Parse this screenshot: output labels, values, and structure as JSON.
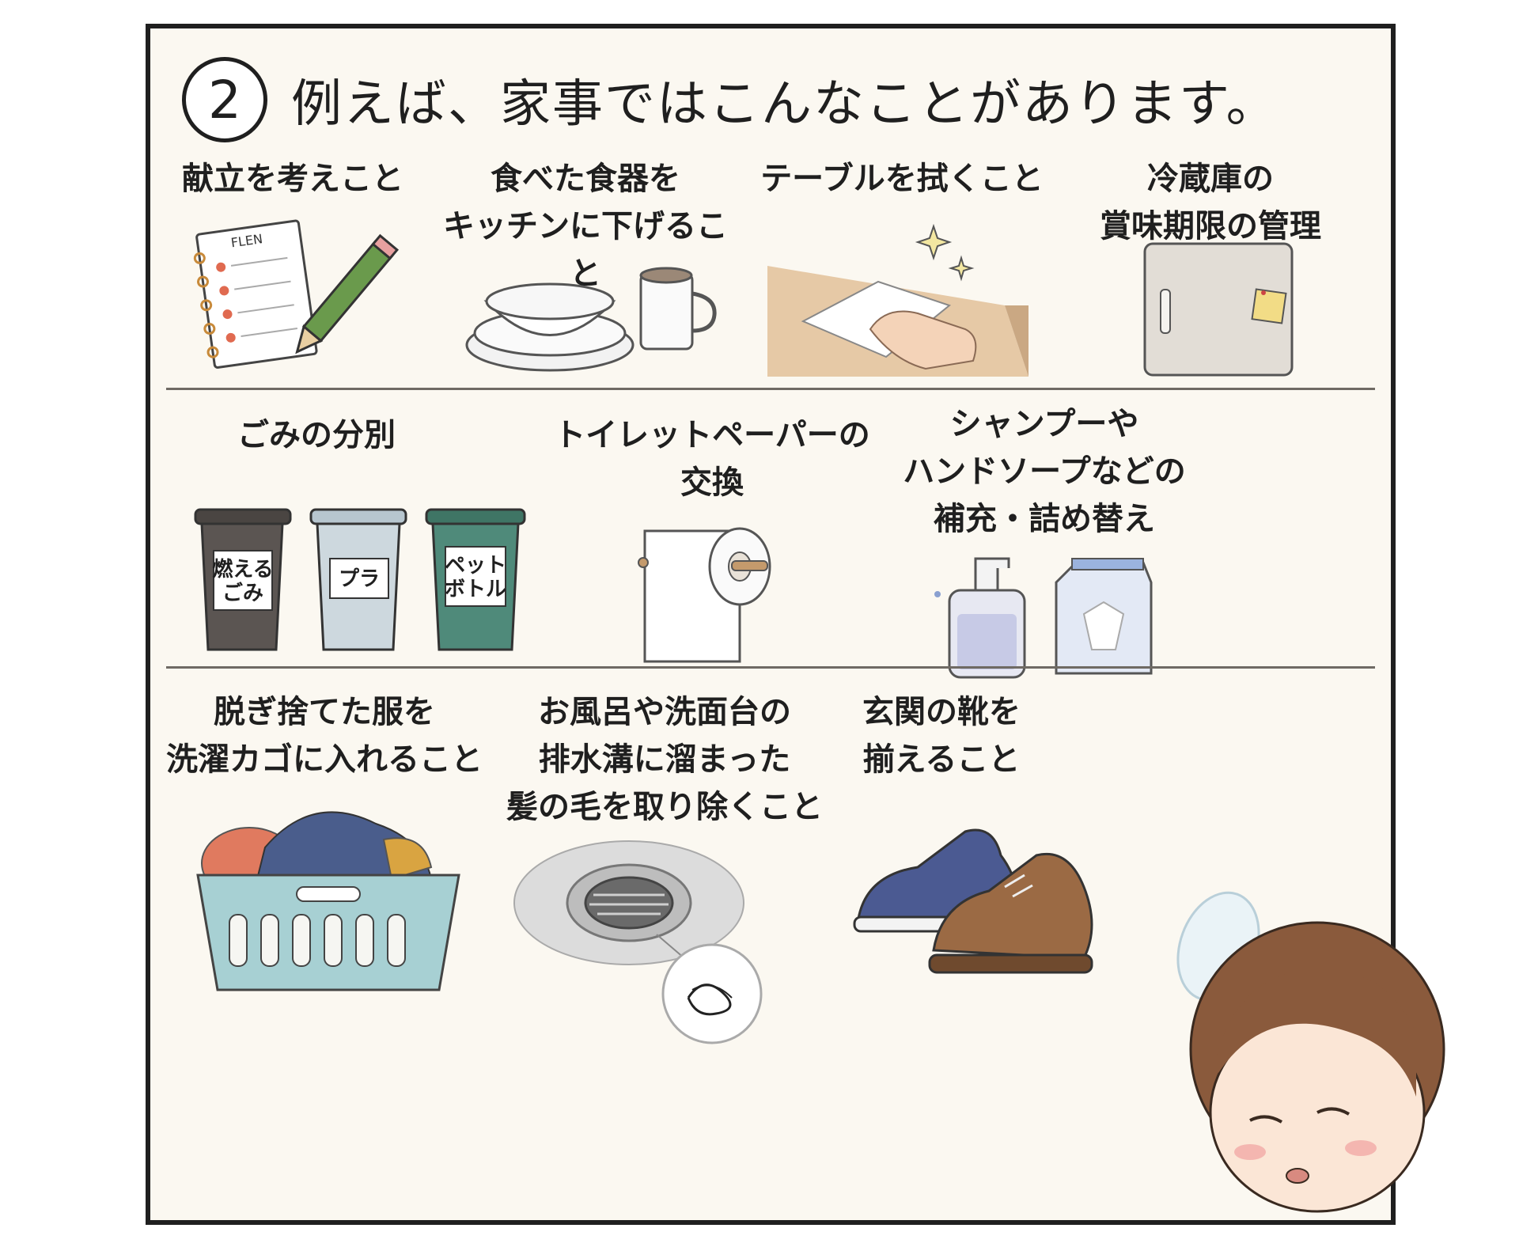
{
  "header": {
    "number": "2",
    "title": "例えば、家事ではこんなことがあります。"
  },
  "rows": [
    {
      "items": [
        {
          "label": "献立を考えこと",
          "icon": "notepad-pencil-icon"
        },
        {
          "label": "食べた食器を\nキッチンに下げること",
          "icon": "dishes-mug-icon"
        },
        {
          "label": "テーブルを拭くこと",
          "icon": "wiping-table-icon"
        },
        {
          "label": "冷蔵庫の\n賞味期限の管理",
          "icon": "fridge-icon"
        }
      ]
    },
    {
      "items": [
        {
          "label": "ごみの分別",
          "icon": "trash-bins-icon"
        },
        {
          "label": "トイレットペーパーの\n交換",
          "icon": "toilet-paper-icon"
        },
        {
          "label": "シャンプーや\nハンドソープなどの\n補充・詰め替え",
          "icon": "soap-refill-icon"
        }
      ]
    },
    {
      "items": [
        {
          "label": "脱ぎ捨てた服を\n洗濯カゴに入れること",
          "icon": "laundry-basket-icon"
        },
        {
          "label": "お風呂や洗面台の\n排水溝に溜まった\n髪の毛を取り除くこと",
          "icon": "drain-hair-icon"
        },
        {
          "label": "玄関の靴を\n揃えること",
          "icon": "shoes-icon"
        }
      ]
    }
  ],
  "bins": [
    {
      "label": "燃える\nごみ",
      "color": "#5b5552"
    },
    {
      "label": "プラ",
      "color": "#cdd8de"
    },
    {
      "label": "ペット\nボトル",
      "color": "#4f8a7a"
    }
  ],
  "notepad_heading": "FLEN",
  "colors": {
    "frame": "#1f1f1f",
    "background": "#fbf8f1",
    "divider": "#6f6a64"
  },
  "character": {
    "icon": "worried-woman-icon"
  }
}
